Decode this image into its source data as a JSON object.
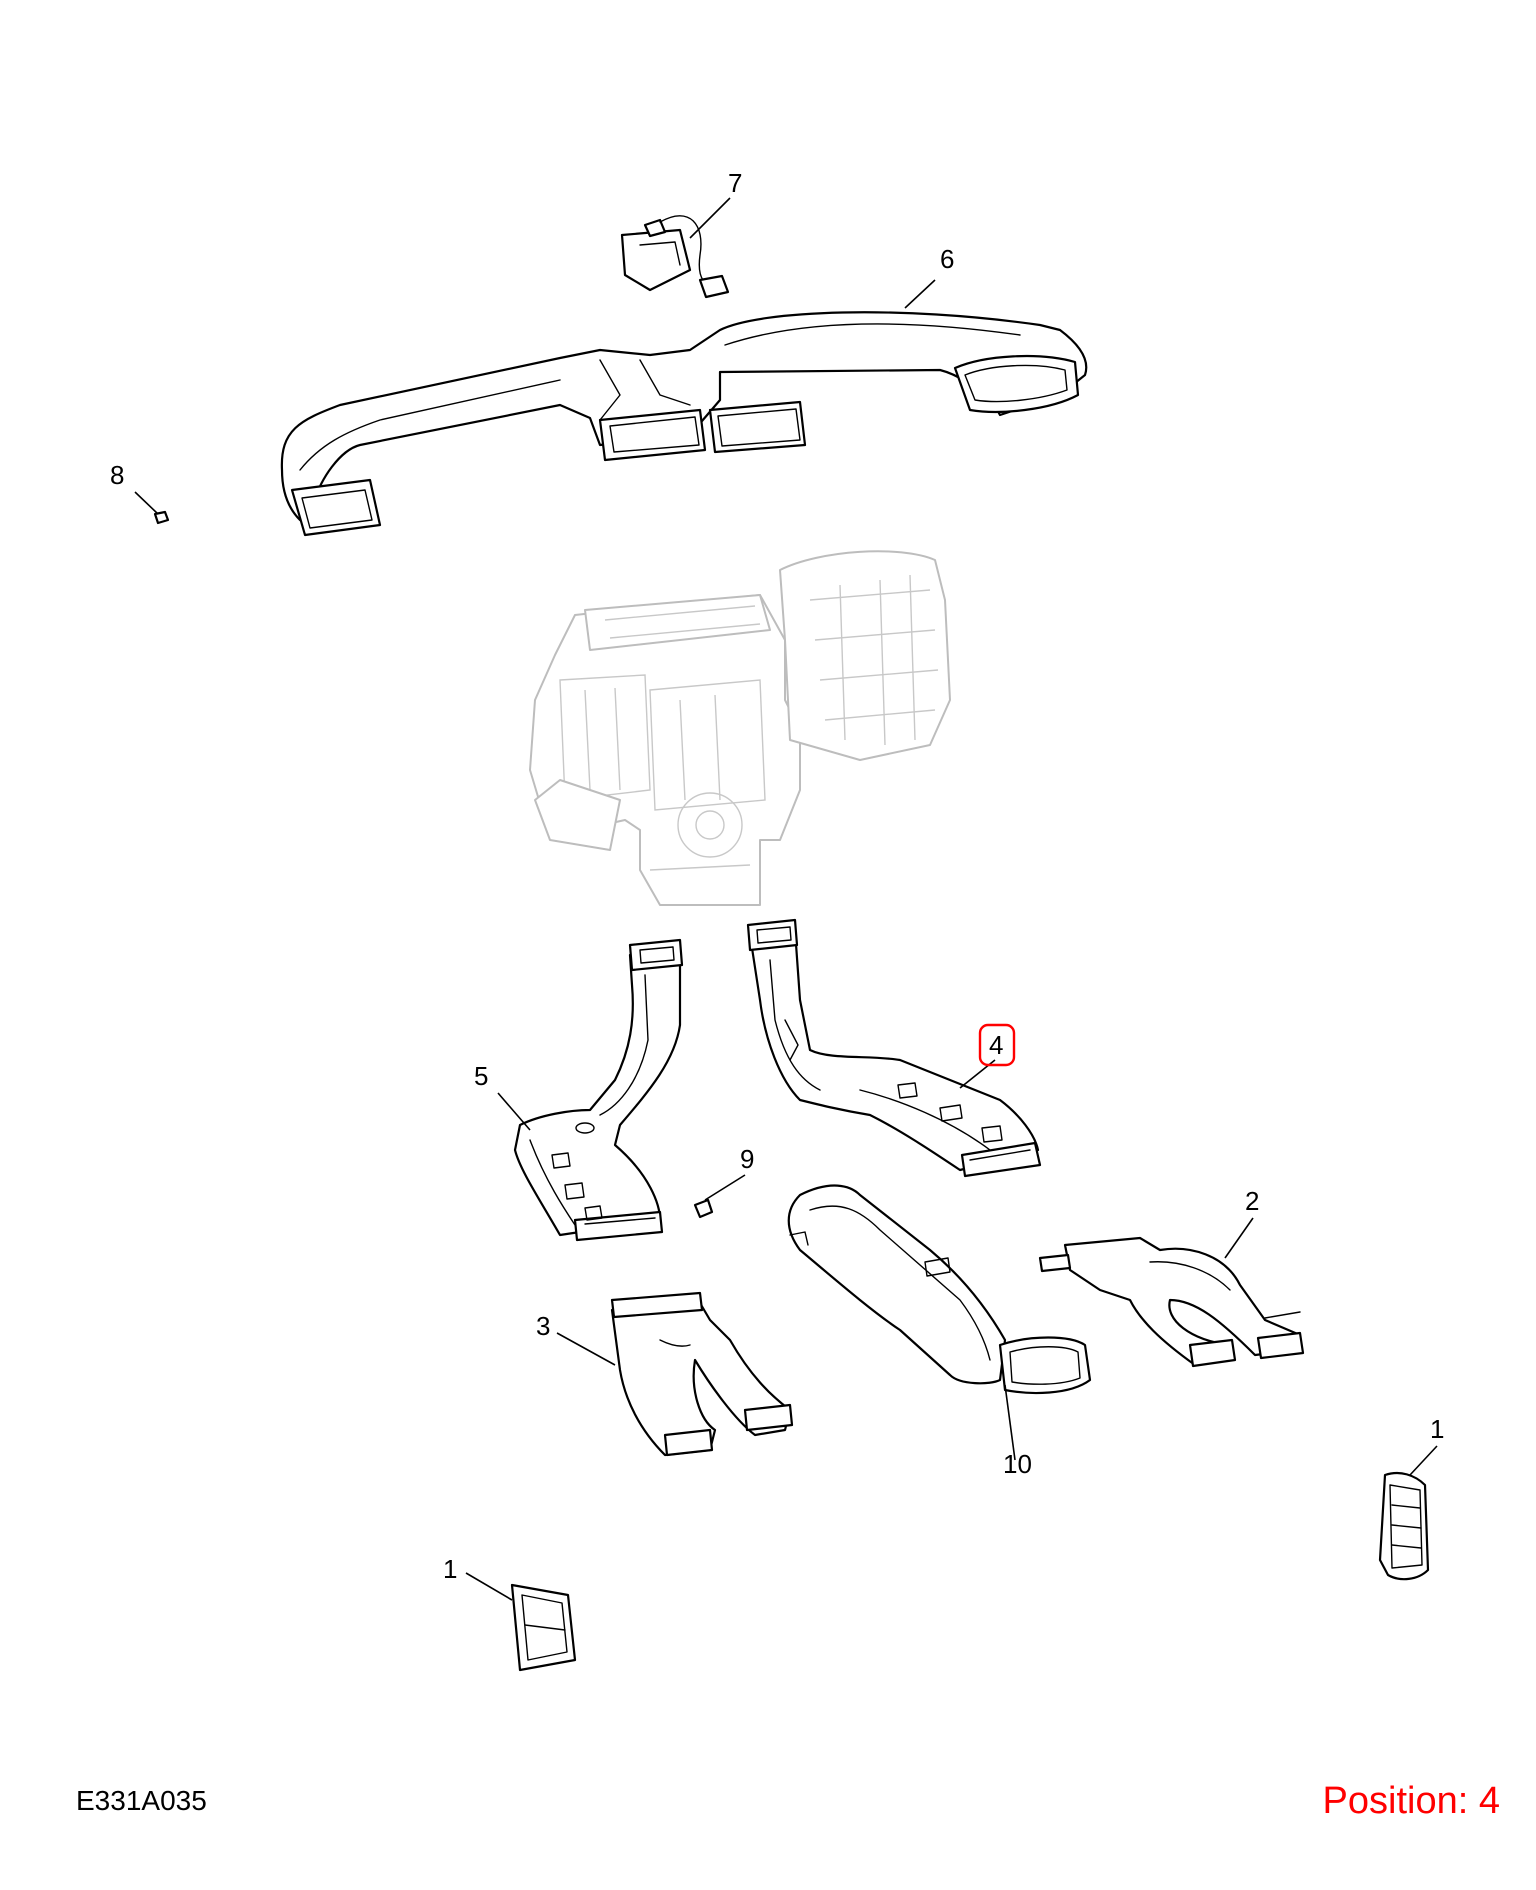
{
  "callouts": {
    "c1a": "1",
    "c1b": "1",
    "c2": "2",
    "c3": "3",
    "c4": "4",
    "c5": "5",
    "c6": "6",
    "c7": "7",
    "c8": "8",
    "c9": "9",
    "c10": "10"
  },
  "highlight_color": "#ff0000",
  "reference_code": "E331A035",
  "position": {
    "prefix": "Position: ",
    "value": "4"
  },
  "position_text": "Position: 4"
}
